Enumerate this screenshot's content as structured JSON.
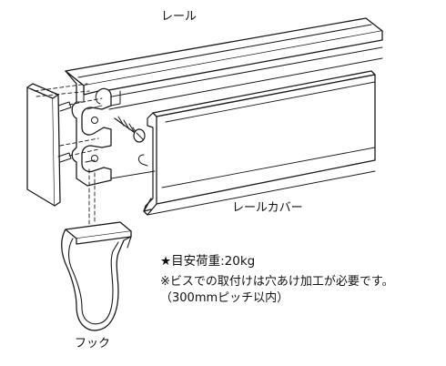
{
  "labels": {
    "rail": "レール",
    "rail_cover": "レールカバー",
    "hook": "フック"
  },
  "notes": {
    "load": "★目安荷重:20kg",
    "screw": "※ビスでの取付けは穴あけ加工が必要です。",
    "pitch": "（300mmピッチ以内）"
  }
}
